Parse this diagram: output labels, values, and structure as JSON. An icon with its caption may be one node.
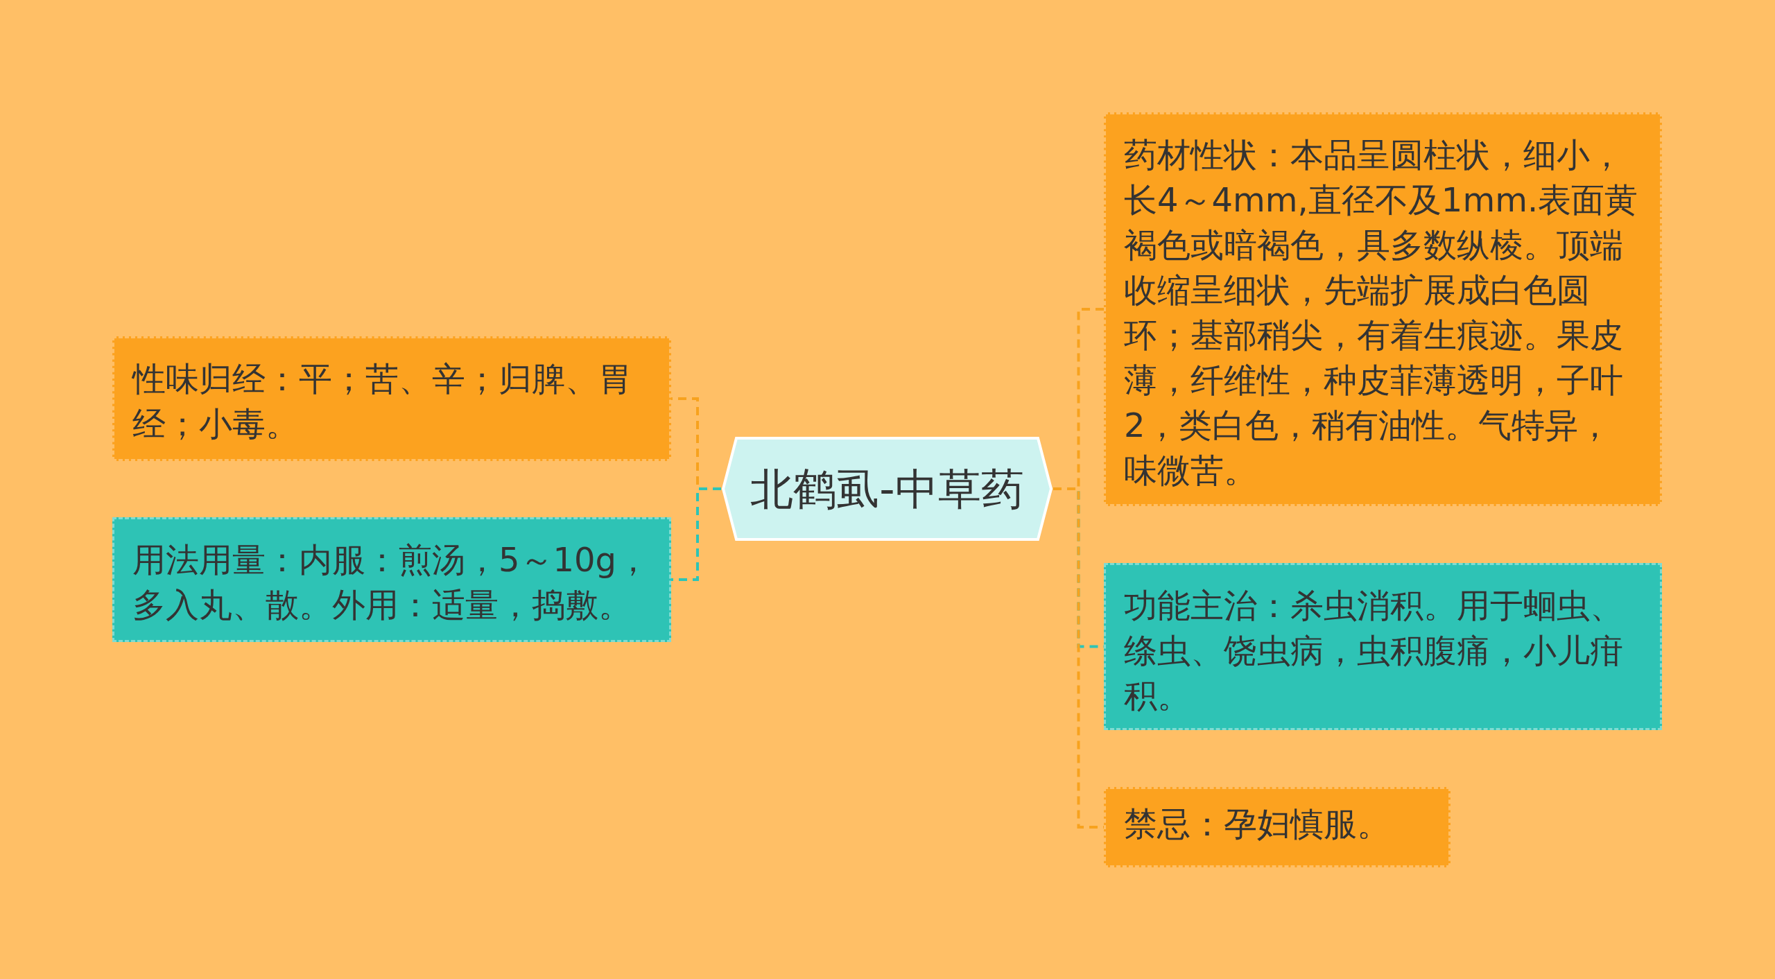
{
  "diagram": {
    "nodes": [
      {
        "text": [
          "北鹤虱-中草药"
        ]
      },
      {
        "text": [
          "性味归经：平；苦、辛；归脾、胃经；小毒。"
        ]
      },
      {
        "text": [
          "用法用量：内服：煎汤，5～10g，多入丸、散。外用：适量，捣敷。"
        ]
      },
      {
        "text": [
          "药材性状：本品呈圆柱状，细小，长4～4mm,直径不及1mm.表面黄褐色或暗褐色，具多数纵棱。顶端收缩呈细状，先端扩展成白色圆环；基部稍尖，有着生痕迹。果皮薄，纤维性，种皮菲薄透明，子叶2，类白色，稍有油性。气特异，味微苦。"
        ]
      },
      {
        "text": [
          "功能主治：杀虫消积。用于蛔虫、绦虫、饶虫病，虫积腹痛，小儿疳积。"
        ]
      },
      {
        "text": [
          "禁忌：孕妇慎服。"
        ]
      }
    ],
    "edges": [
      {
        "from": 0,
        "to": 1,
        "arrow": "none"
      },
      {
        "from": 0,
        "to": 2,
        "arrow": "none",
        "color": "#2ec4b6"
      },
      {
        "from": 0,
        "to": 3,
        "arrow": "none"
      },
      {
        "from": 0,
        "to": 4,
        "arrow": "none",
        "color": "#2ec4b6"
      },
      {
        "from": 0,
        "to": 5,
        "arrow": "none"
      }
    ]
  }
}
